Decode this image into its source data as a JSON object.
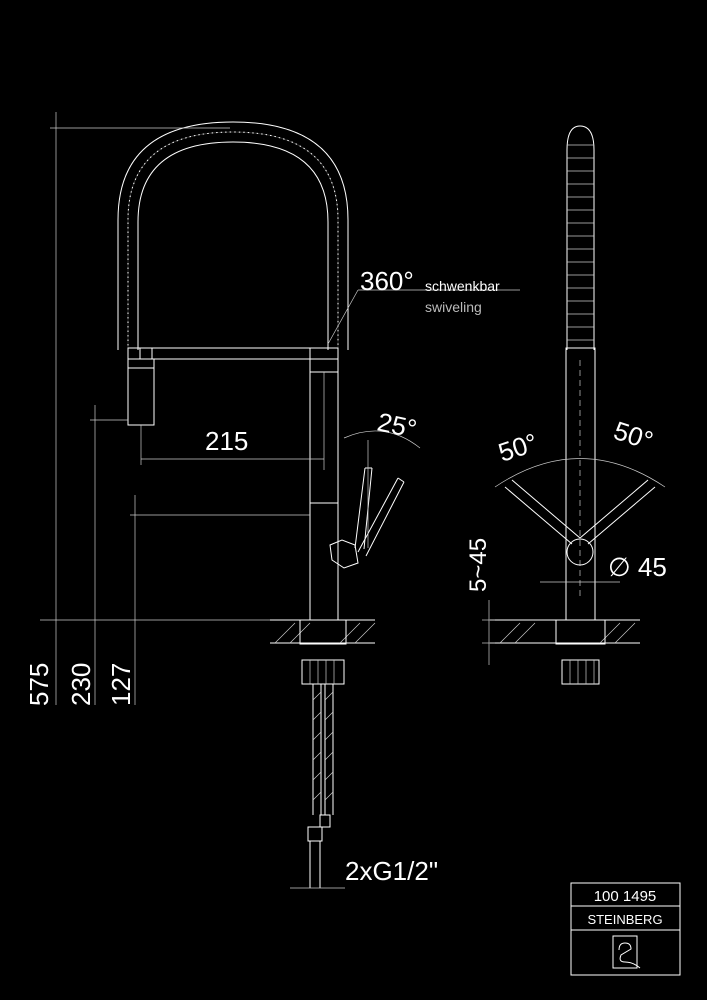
{
  "drawing": {
    "background": "#000000",
    "line_color": "#ffffff",
    "swivel": {
      "degrees": "360°",
      "de": "schwenkbar",
      "en": "swiveling"
    },
    "handle_angle": "25°",
    "reach": "215",
    "heights": {
      "total": "575",
      "spout": "230",
      "handle": "127"
    },
    "side_angles": {
      "left": "50°",
      "right": "50°"
    },
    "deck_thickness": "5~45",
    "hole_diameter": "∅ 45",
    "connection": "2xG1/2\""
  },
  "title_block": {
    "article_number": "100 1495",
    "brand": "STEINBERG",
    "logo_icon": "steinberg-logo-icon"
  }
}
